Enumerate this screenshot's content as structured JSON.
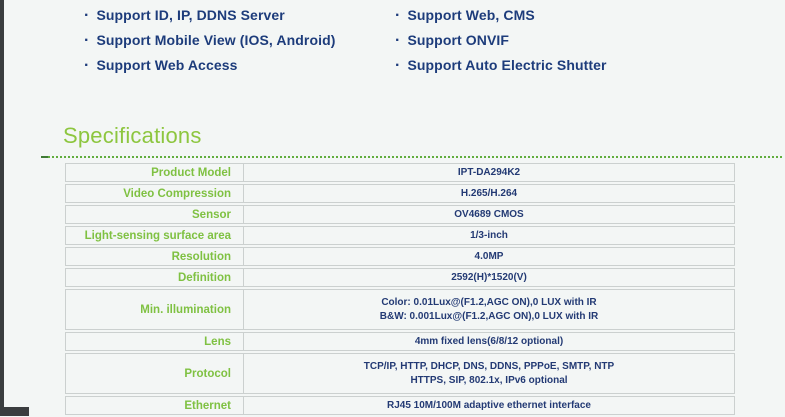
{
  "colors": {
    "accent_green": "#8dc63f",
    "label_green": "#7fc142",
    "navy_text": "#1d3c7b",
    "divider_green": "#61ad3e",
    "row_border_grey": "#cbd0cf",
    "page_edge_dark": "#3a3d3f",
    "background": "#f3f6f5"
  },
  "features": {
    "bullet": "·",
    "left": [
      "Support ID, IP, DDNS Server",
      "Support Mobile View (IOS, Android)",
      "Support Web Access"
    ],
    "right": [
      "Support Web, CMS",
      "Support ONVIF",
      "Support Auto Electric Shutter"
    ]
  },
  "specifications": {
    "heading": "Specifications",
    "rows": [
      {
        "label": "Product Model",
        "lines": [
          "IPT-DA294K2"
        ]
      },
      {
        "label": "Video Compression",
        "lines": [
          "H.265/H.264"
        ]
      },
      {
        "label": "Sensor",
        "lines": [
          "OV4689 CMOS"
        ]
      },
      {
        "label": "Light-sensing surface area",
        "lines": [
          "1/3-inch"
        ]
      },
      {
        "label": "Resolution",
        "lines": [
          "4.0MP"
        ]
      },
      {
        "label": "Definition",
        "lines": [
          "2592(H)*1520(V)"
        ]
      },
      {
        "label": "Min. illumination",
        "lines": [
          "Color: 0.01Lux@(F1.2,AGC ON),0 LUX with IR",
          "B&W: 0.001Lux@(F1.2,AGC ON),0 LUX with IR"
        ]
      },
      {
        "label": "Lens",
        "lines": [
          "4mm fixed lens(6/8/12 optional)"
        ]
      },
      {
        "label": "Protocol",
        "lines": [
          "TCP/IP, HTTP, DHCP, DNS, DDNS, PPPoE, SMTP, NTP",
          "HTTPS, SIP, 802.1x, IPv6 optional"
        ]
      },
      {
        "label": "Ethernet",
        "lines": [
          "RJ45 10M/100M adaptive ethernet interface"
        ]
      }
    ]
  }
}
